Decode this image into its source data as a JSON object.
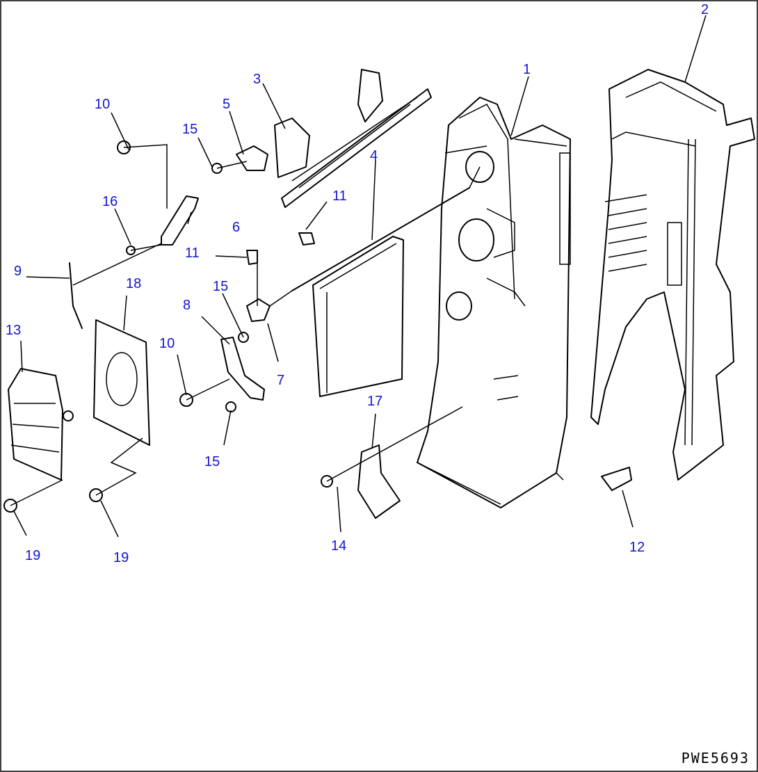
{
  "diagram": {
    "code": "PWE5693",
    "callouts": [
      "1",
      "2",
      "3",
      "4",
      "5",
      "6",
      "7",
      "8",
      "9",
      "10",
      "10",
      "11",
      "11",
      "12",
      "13",
      "14",
      "15",
      "15",
      "15",
      "16",
      "17",
      "18",
      "19",
      "19"
    ],
    "label_color": "#1414d2"
  }
}
